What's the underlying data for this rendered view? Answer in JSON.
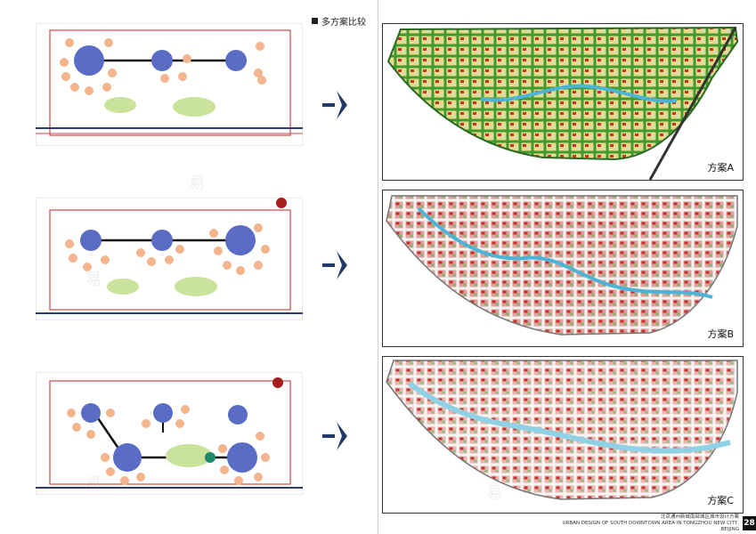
{
  "header": {
    "title": "多方案比较"
  },
  "plans": [
    {
      "label": "方案A"
    },
    {
      "label": "方案B"
    },
    {
      "label": "方案C"
    }
  ],
  "footer": {
    "line1": "北京通州新城南部城区城市设计方案",
    "line2": "URBAN DESIGN OF  SOUTH DOWNTOWN AREA IN TONGZHOU NEW CITY, BEIJING",
    "page": "28"
  },
  "watermark": "易",
  "colors": {
    "node_blue": "#5a6cc4",
    "node_orange": "#f4b48e",
    "node_green": "#c9e39a",
    "road_red": "#c84a4a",
    "road_navy": "#2f3a7a",
    "arrow_navy": "#1f3a68",
    "plan_green": "#3f9a32",
    "plan_red": "#c8312a",
    "plan_water": "#4cb4d6"
  }
}
